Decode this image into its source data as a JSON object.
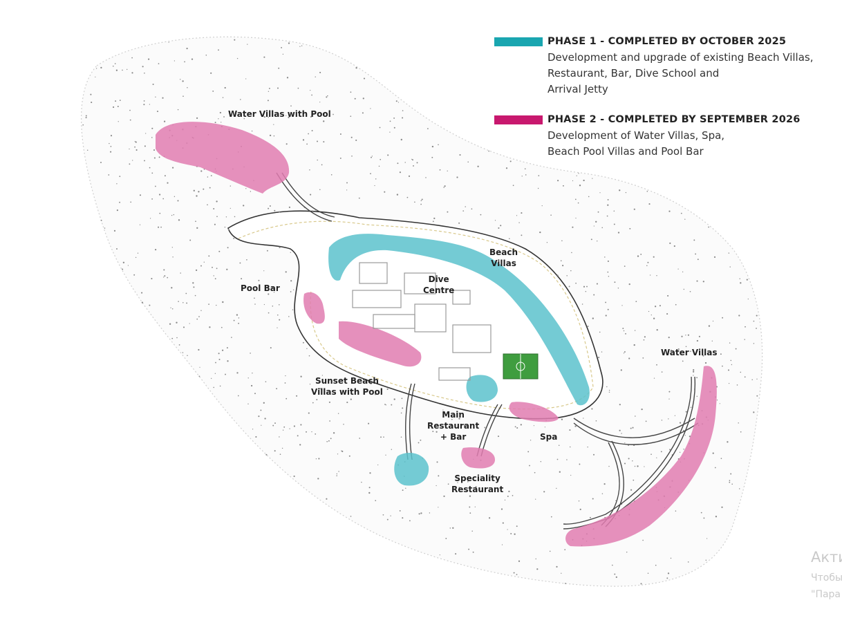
{
  "legend": {
    "phase1": {
      "title": "PHASE 1 - COMPLETED BY OCTOBER 2025",
      "lines": [
        "Development and upgrade of existing Beach Villas,",
        "Restaurant, Bar, Dive School and",
        "Arrival Jetty"
      ],
      "color": "#1aa6b0"
    },
    "phase2": {
      "title": "PHASE 2 - COMPLETED BY SEPTEMBER 2026",
      "lines": [
        "Development of Water Villas, Spa,",
        "Beach Pool Villas and Pool Bar"
      ],
      "color": "#c8186e"
    }
  },
  "labels": {
    "water_villas_pool": "Water Villas with Pool",
    "beach_villas": "Beach\nVillas",
    "pool_bar": "Pool Bar",
    "dive_centre": "Dive\nCentre",
    "sunset_beach": "Sunset Beach\nVillas with Pool",
    "main_restaurant": "Main\nRestaurant\n+ Bar",
    "speciality": "Speciality\nRestaurant",
    "spa": "Spa",
    "water_villas": "Water Villas"
  },
  "watermark": {
    "line1": "Акти",
    "line2": "Чтобы",
    "line3": "\"Пара"
  },
  "colors": {
    "phase1_highlight": "#5cc2cc",
    "phase2_highlight": "#e07cb0",
    "sand_dots": "#8a8a8a",
    "paths": "#444444",
    "pitch": "#3f9d3f"
  }
}
